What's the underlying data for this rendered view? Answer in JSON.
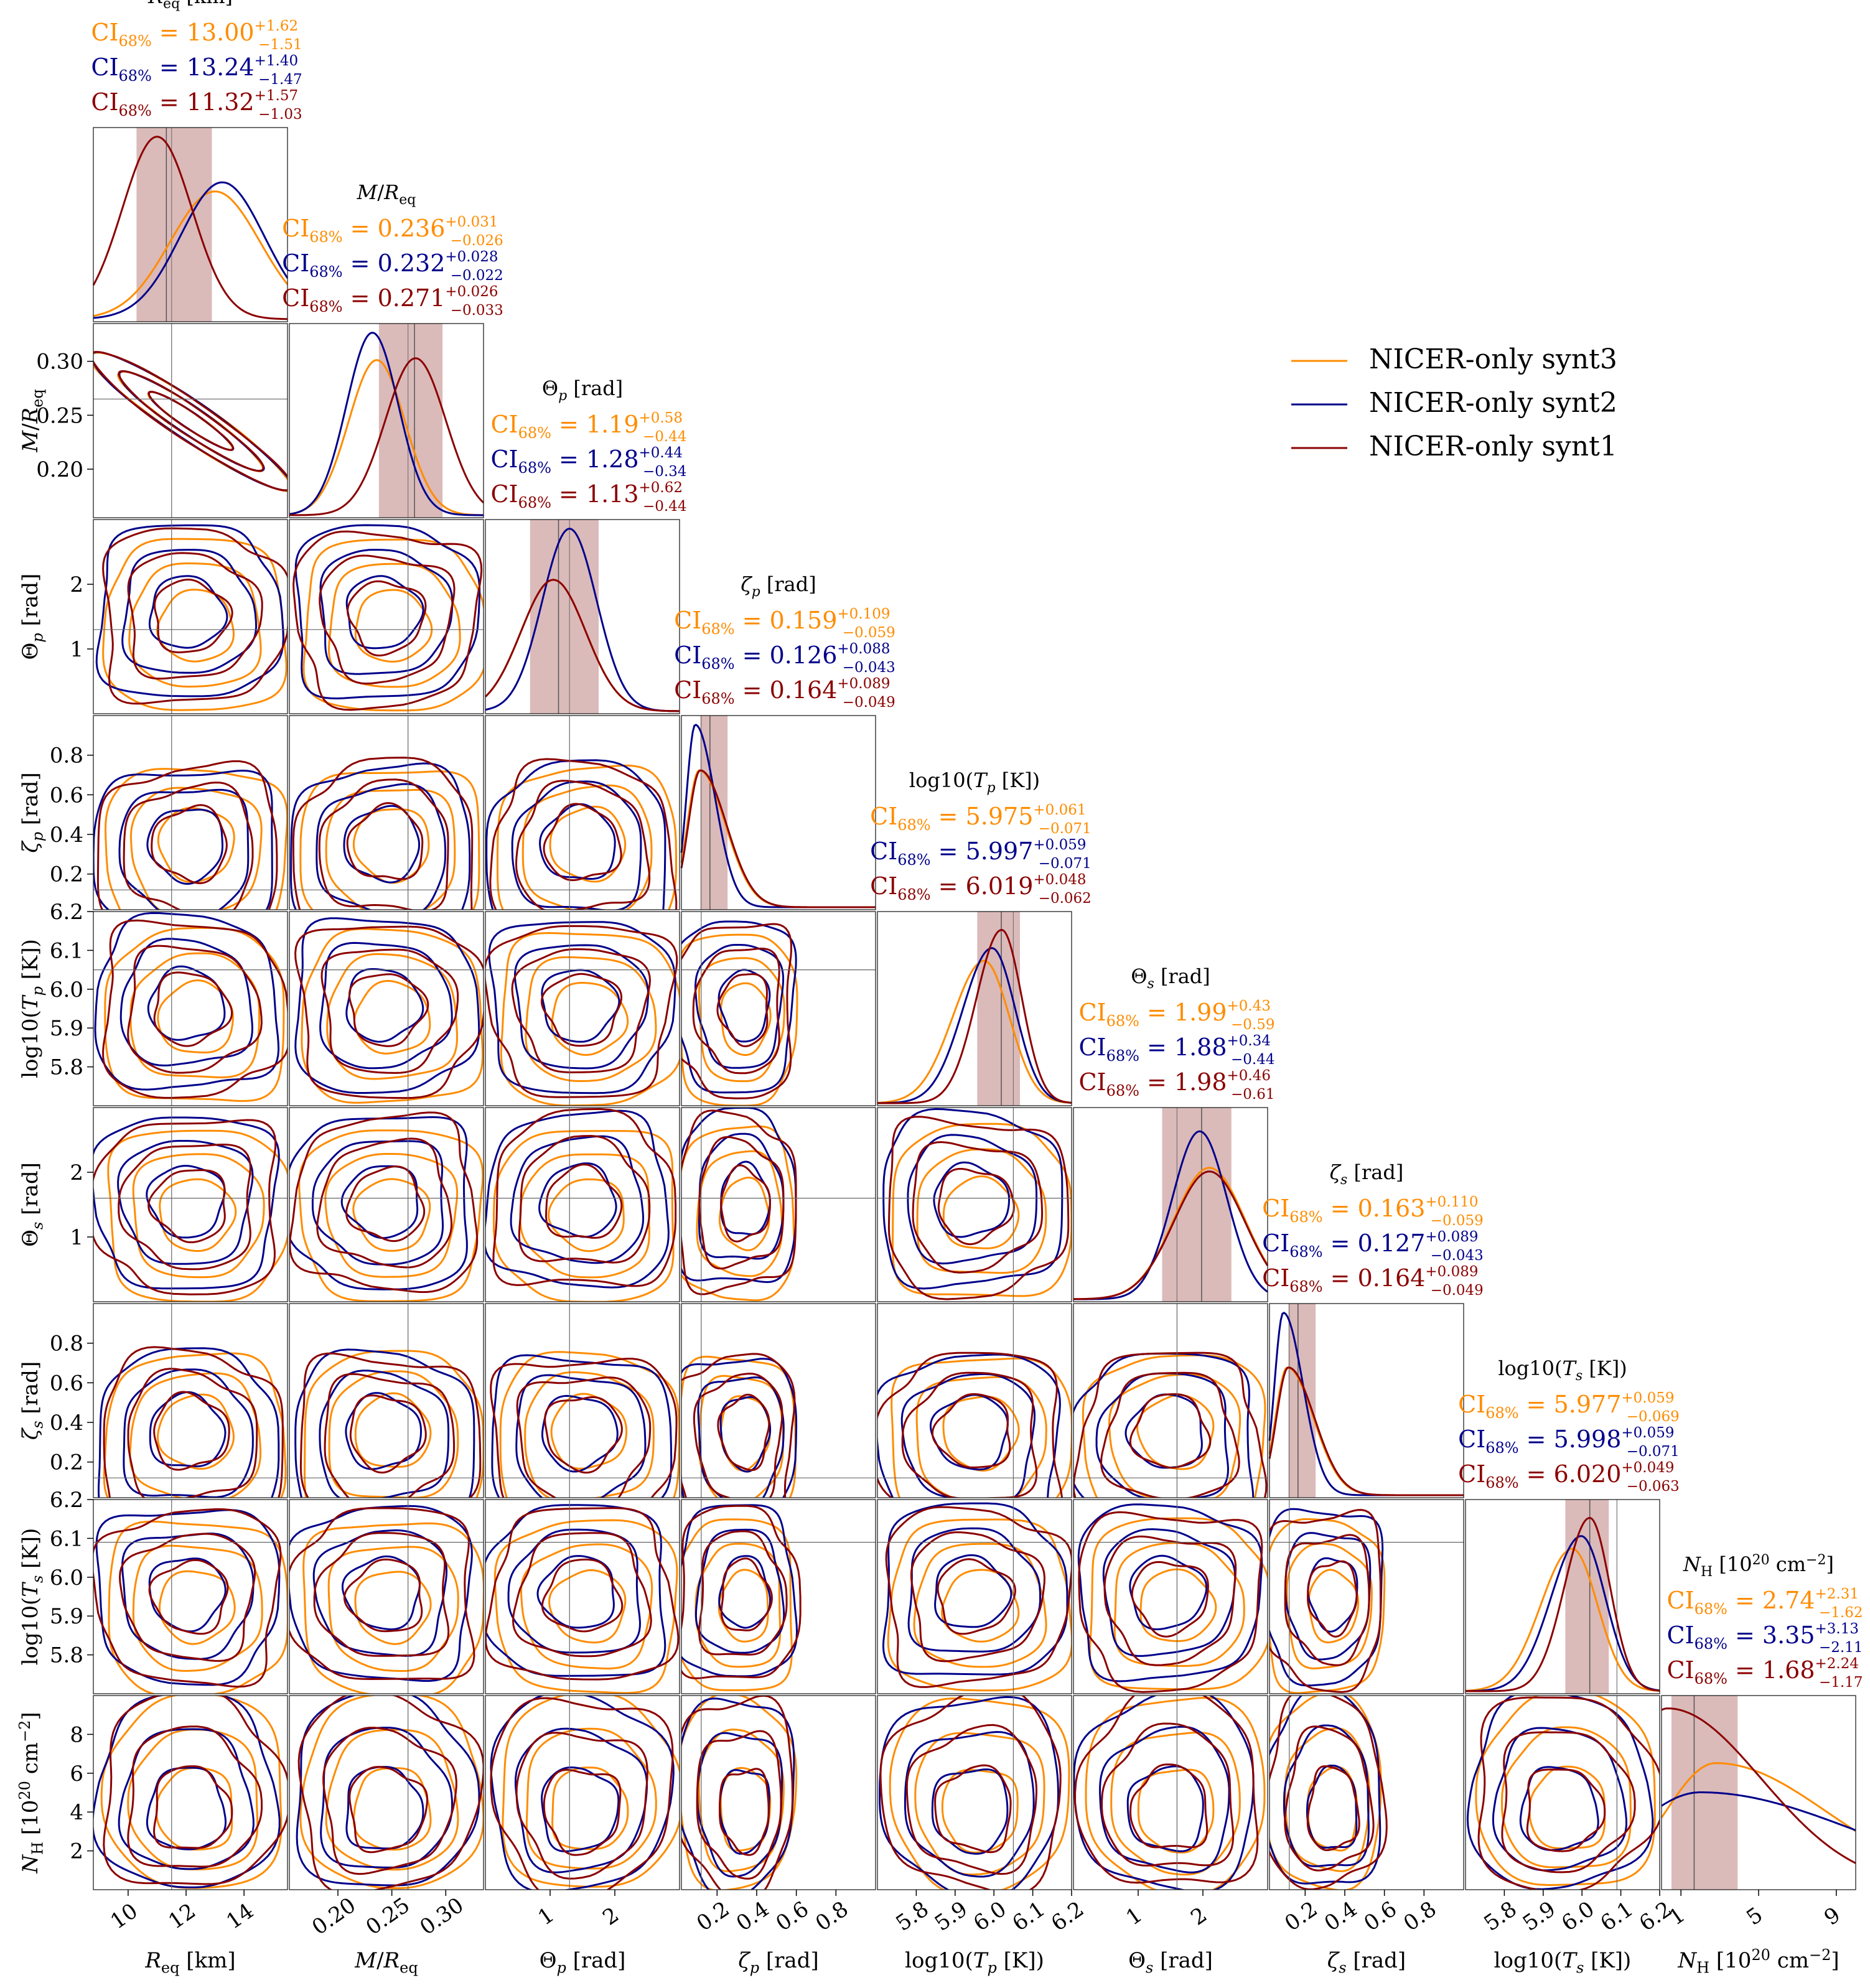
{
  "chart_data": {
    "type": "corner",
    "colors": {
      "synt3": "#ff8c00",
      "synt2": "#00008b",
      "synt1": "#8b0000",
      "band": "#c89595"
    },
    "legend": {
      "placement": "top-right",
      "entries": [
        {
          "name": "NICER-only synt3",
          "color_key": "synt3"
        },
        {
          "name": "NICER-only synt2",
          "color_key": "synt2"
        },
        {
          "name": "NICER-only synt1",
          "color_key": "synt1"
        }
      ]
    },
    "parameters": [
      {
        "key": "Req",
        "title": "R_eq [km]",
        "axis_label": "R_eq [km]",
        "range": [
          8.8,
          15.5
        ],
        "ticks": [
          10,
          12,
          14
        ],
        "tick_labels": [
          "10",
          "12",
          "14"
        ],
        "truth": 11.5,
        "ci": [
          {
            "series": "synt3",
            "center": "13.00",
            "plus": "+1.62",
            "minus": "−1.51"
          },
          {
            "series": "synt2",
            "center": "13.24",
            "plus": "+1.40",
            "minus": "−1.47"
          },
          {
            "series": "synt1",
            "center": "11.32",
            "plus": "+1.57",
            "minus": "−1.03"
          }
        ]
      },
      {
        "key": "MR",
        "title": "M/R_eq",
        "axis_label": "M/R_eq",
        "range": [
          0.155,
          0.335
        ],
        "ticks": [
          0.2,
          0.25,
          0.3
        ],
        "tick_labels": [
          "0.20",
          "0.25",
          "0.30"
        ],
        "truth": 0.265,
        "ci": [
          {
            "series": "synt3",
            "center": "0.236",
            "plus": "+0.031",
            "minus": "−0.026"
          },
          {
            "series": "synt2",
            "center": "0.232",
            "plus": "+0.028",
            "minus": "−0.022"
          },
          {
            "series": "synt1",
            "center": "0.271",
            "plus": "+0.026",
            "minus": "−0.033"
          }
        ]
      },
      {
        "key": "Thp",
        "title": "Θ_p [rad]",
        "axis_label": "Θ_p [rad]",
        "range": [
          0.0,
          3.0
        ],
        "ticks": [
          1,
          2
        ],
        "tick_labels": [
          "1",
          "2"
        ],
        "truth": 1.3,
        "ci": [
          {
            "series": "synt3",
            "center": "1.19",
            "plus": "+0.58",
            "minus": "−0.44"
          },
          {
            "series": "synt2",
            "center": "1.28",
            "plus": "+0.44",
            "minus": "−0.34"
          },
          {
            "series": "synt1",
            "center": "1.13",
            "plus": "+0.62",
            "minus": "−0.44"
          }
        ]
      },
      {
        "key": "zp",
        "title": "ζ_p [rad]",
        "axis_label": "ζ_p [rad]",
        "range": [
          0.02,
          1.0
        ],
        "ticks": [
          0.2,
          0.4,
          0.6,
          0.8
        ],
        "tick_labels": [
          "0.2",
          "0.4",
          "0.6",
          "0.8"
        ],
        "truth": 0.12,
        "ci": [
          {
            "series": "synt3",
            "center": "0.159",
            "plus": "+0.109",
            "minus": "−0.059"
          },
          {
            "series": "synt2",
            "center": "0.126",
            "plus": "+0.088",
            "minus": "−0.043"
          },
          {
            "series": "synt1",
            "center": "0.164",
            "plus": "+0.089",
            "minus": "−0.049"
          }
        ]
      },
      {
        "key": "Tp",
        "title": "log10(T_p [K])",
        "axis_label": "log10(T_p [K])",
        "range": [
          5.7,
          6.2
        ],
        "ticks": [
          5.8,
          5.9,
          6.0,
          6.1,
          6.2
        ],
        "tick_labels": [
          "5.8",
          "5.9",
          "6.0",
          "6.1",
          "6.2"
        ],
        "truth": 6.05,
        "ci": [
          {
            "series": "synt3",
            "center": "5.975",
            "plus": "+0.061",
            "minus": "−0.071"
          },
          {
            "series": "synt2",
            "center": "5.997",
            "plus": "+0.059",
            "minus": "−0.071"
          },
          {
            "series": "synt1",
            "center": "6.019",
            "plus": "+0.048",
            "minus": "−0.062"
          }
        ]
      },
      {
        "key": "Ths",
        "title": "Θ_s [rad]",
        "axis_label": "Θ_s [rad]",
        "range": [
          0.0,
          3.0
        ],
        "ticks": [
          1,
          2
        ],
        "tick_labels": [
          "1",
          "2"
        ],
        "truth": 1.6,
        "ci": [
          {
            "series": "synt3",
            "center": "1.99",
            "plus": "+0.43",
            "minus": "−0.59"
          },
          {
            "series": "synt2",
            "center": "1.88",
            "plus": "+0.34",
            "minus": "−0.44"
          },
          {
            "series": "synt1",
            "center": "1.98",
            "plus": "+0.46",
            "minus": "−0.61"
          }
        ]
      },
      {
        "key": "zs",
        "title": "ζ_s [rad]",
        "axis_label": "ζ_s [rad]",
        "range": [
          0.02,
          1.0
        ],
        "ticks": [
          0.2,
          0.4,
          0.6,
          0.8
        ],
        "tick_labels": [
          "0.2",
          "0.4",
          "0.6",
          "0.8"
        ],
        "truth": 0.12,
        "ci": [
          {
            "series": "synt3",
            "center": "0.163",
            "plus": "+0.110",
            "minus": "−0.059"
          },
          {
            "series": "synt2",
            "center": "0.127",
            "plus": "+0.089",
            "minus": "−0.043"
          },
          {
            "series": "synt1",
            "center": "0.164",
            "plus": "+0.089",
            "minus": "−0.049"
          }
        ]
      },
      {
        "key": "Ts",
        "title": "log10(T_s [K])",
        "axis_label": "log10(T_s [K])",
        "range": [
          5.7,
          6.2
        ],
        "ticks": [
          5.8,
          5.9,
          6.0,
          6.1,
          6.2
        ],
        "tick_labels": [
          "5.8",
          "5.9",
          "6.0",
          "6.1",
          "6.2"
        ],
        "truth": 6.09,
        "ci": [
          {
            "series": "synt3",
            "center": "5.977",
            "plus": "+0.059",
            "minus": "−0.069"
          },
          {
            "series": "synt2",
            "center": "5.998",
            "plus": "+0.059",
            "minus": "−0.071"
          },
          {
            "series": "synt1",
            "center": "6.020",
            "plus": "+0.049",
            "minus": "−0.063"
          }
        ]
      },
      {
        "key": "NH",
        "title": "N_H [10^20 cm^−2]",
        "axis_label": "N_H [10^20 cm^−2]",
        "range": [
          0.0,
          10.0
        ],
        "ticks": [
          2,
          4,
          6,
          8
        ],
        "tick_labels": [
          "2",
          "4",
          "6",
          "8"
        ],
        "xticks": [
          1,
          5,
          9
        ],
        "xtick_labels": [
          "1",
          "5",
          "9"
        ],
        "truth": null,
        "ci": [
          {
            "series": "synt3",
            "center": "2.74",
            "plus": "+2.31",
            "minus": "−1.62"
          },
          {
            "series": "synt2",
            "center": "3.35",
            "plus": "+3.13",
            "minus": "−2.11"
          },
          {
            "series": "synt1",
            "center": "1.68",
            "plus": "+2.24",
            "minus": "−1.17"
          }
        ]
      }
    ]
  }
}
